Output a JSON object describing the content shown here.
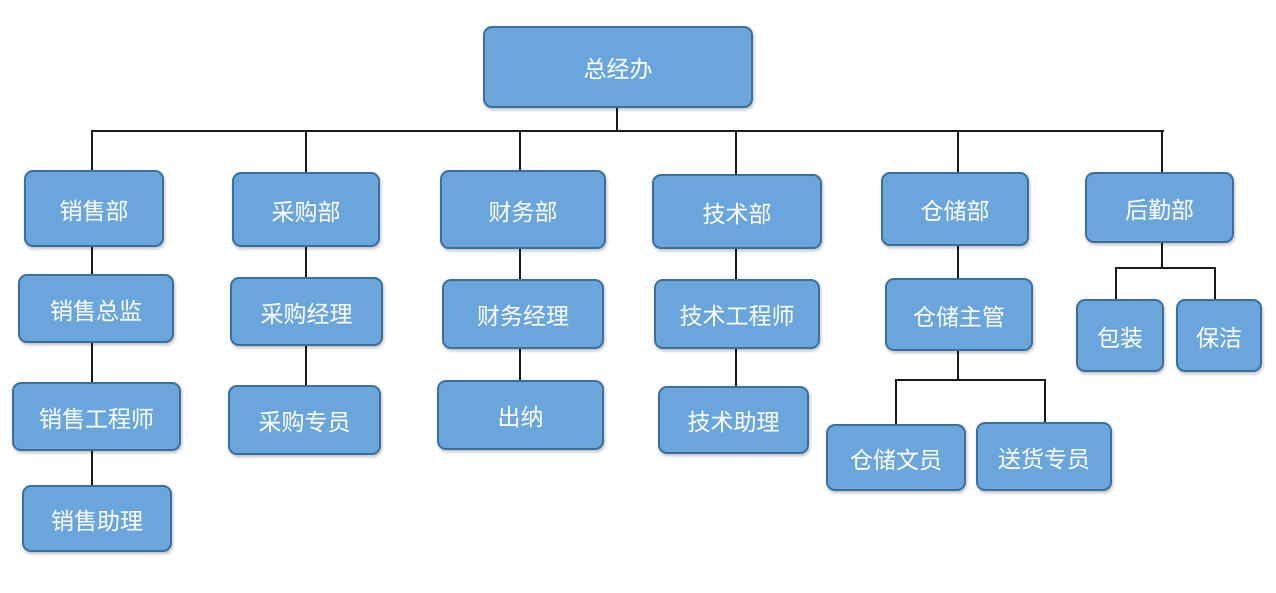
{
  "org": {
    "top": "总经办",
    "departments": [
      {
        "name": "销售部",
        "roles": [
          "销售总监",
          "销售工程师",
          "销售助理"
        ]
      },
      {
        "name": "采购部",
        "roles": [
          "采购经理",
          "采购专员"
        ]
      },
      {
        "name": "财务部",
        "roles": [
          "财务经理",
          "出纳"
        ]
      },
      {
        "name": "技术部",
        "roles": [
          "技术工程师",
          "技术助理"
        ]
      },
      {
        "name": "仓储部",
        "roles": [
          "仓储主管"
        ],
        "sub_roles": [
          "仓储文员",
          "送货专员"
        ]
      },
      {
        "name": "后勤部",
        "roles": [],
        "sub_roles": [
          "包装",
          "保洁"
        ]
      }
    ]
  },
  "colors": {
    "box_fill": "#6aa6dc",
    "box_border": "#3d6f9e",
    "text": "#ffffff",
    "line": "#1a1a1a"
  }
}
